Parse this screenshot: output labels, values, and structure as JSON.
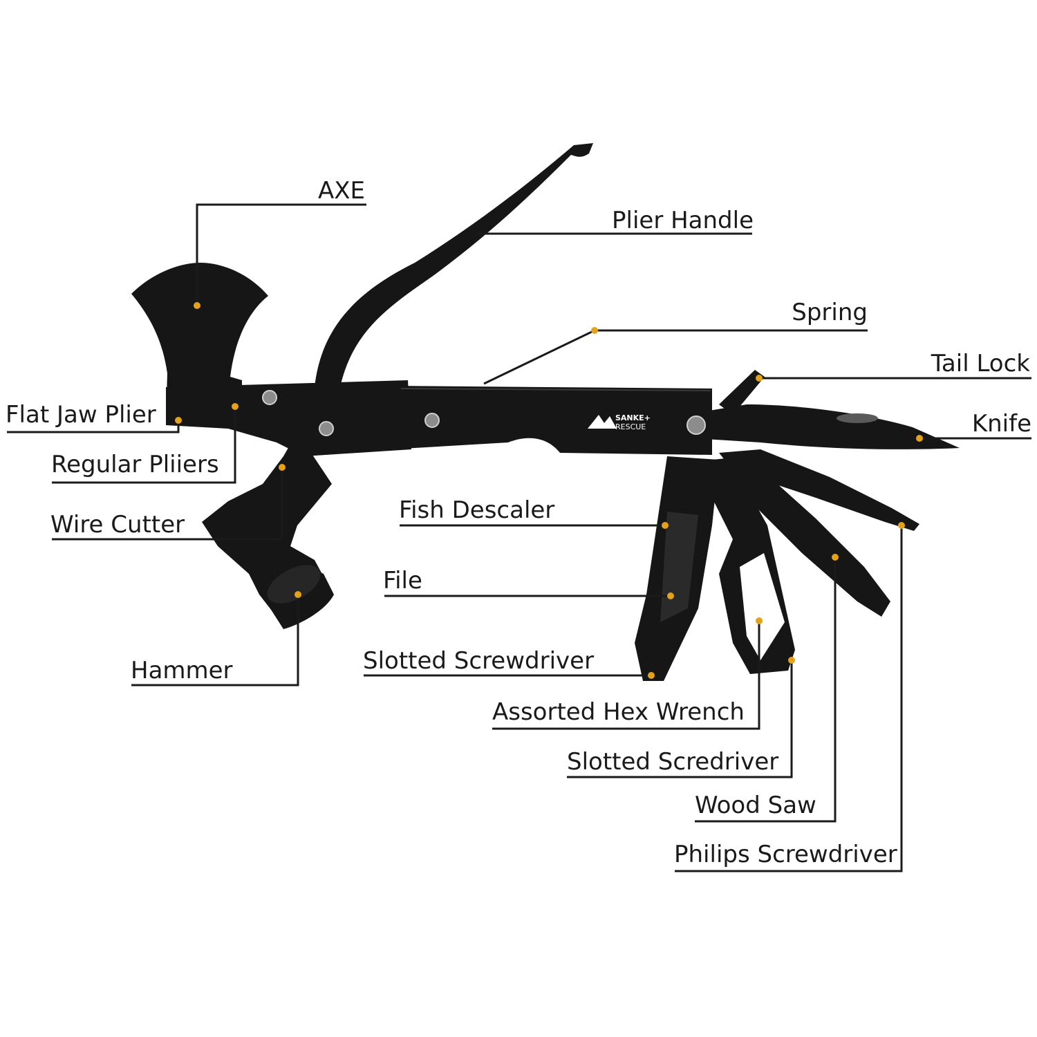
{
  "brand": {
    "logo_text_line1": "SANKE+",
    "logo_text_line2": "RESCUE",
    "icon": "mountain-logo-icon"
  },
  "colors": {
    "leader_line": "#1a1a1a",
    "marker_dot": "#e3a21a",
    "tool_body": "#161616",
    "background": "#ffffff"
  },
  "labels": {
    "axe": "AXE",
    "plier_handle": "Plier Handle",
    "spring": "Spring",
    "tail_lock": "Tail Lock",
    "knife": "Knife",
    "flat_jaw_plier": "Flat Jaw Plier",
    "regular_pliers": "Regular Pliiers",
    "wire_cutter": "Wire Cutter",
    "hammer": "Hammer",
    "fish_descaler": "Fish Descaler",
    "file": "File",
    "slotted_screwdriver": "Slotted Screwdriver",
    "assorted_hex_wrench": "Assorted Hex Wrench",
    "slotted_scredriver": "Slotted Scredriver",
    "wood_saw": "Wood Saw",
    "philips_screwdriver": "Philips Screwdriver"
  }
}
